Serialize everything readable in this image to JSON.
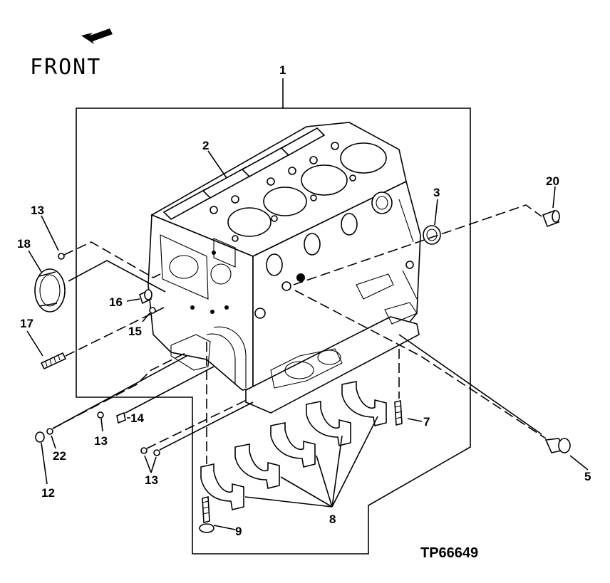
{
  "diagram": {
    "front_label": "FRONT",
    "figure_id": "TP66649",
    "callouts": [
      {
        "id": "1",
        "label": "1"
      },
      {
        "id": "2",
        "label": "2"
      },
      {
        "id": "3",
        "label": "3"
      },
      {
        "id": "5",
        "label": "5"
      },
      {
        "id": "7",
        "label": "7"
      },
      {
        "id": "8",
        "label": "8"
      },
      {
        "id": "9",
        "label": "9"
      },
      {
        "id": "12",
        "label": "12"
      },
      {
        "id": "13a",
        "label": "13"
      },
      {
        "id": "13b",
        "label": "13"
      },
      {
        "id": "13c",
        "label": "13"
      },
      {
        "id": "14",
        "label": "14"
      },
      {
        "id": "15",
        "label": "15"
      },
      {
        "id": "16",
        "label": "16"
      },
      {
        "id": "17",
        "label": "17"
      },
      {
        "id": "18",
        "label": "18"
      },
      {
        "id": "20",
        "label": "20"
      },
      {
        "id": "22",
        "label": "22"
      }
    ]
  }
}
